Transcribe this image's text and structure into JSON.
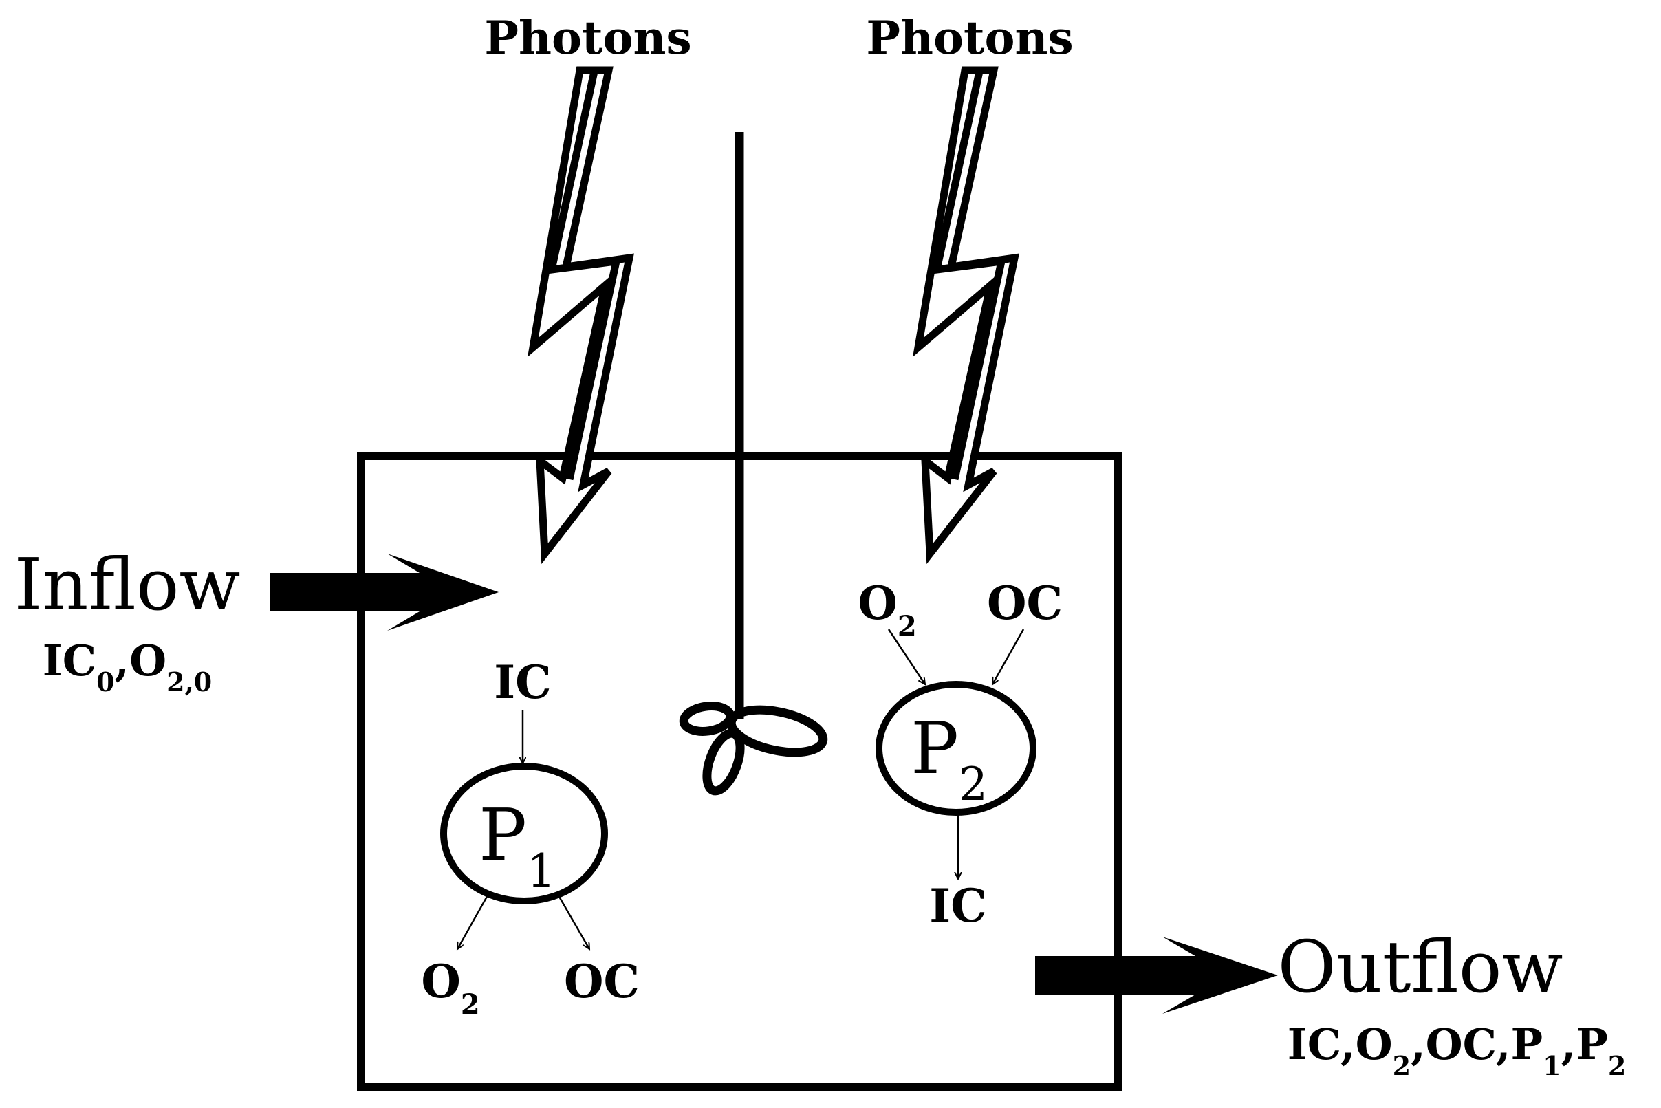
{
  "photons": {
    "left_label": "Photons",
    "right_label": "Photons"
  },
  "inflow": {
    "label": "Inflow",
    "species": {
      "ic": "IC",
      "ic_sub": "0",
      "sep": ",",
      "o": "O",
      "o_sub": "2,0"
    }
  },
  "outflow": {
    "label": "Outflow",
    "species": {
      "ic": "IC",
      "sep1": ",",
      "o": "O",
      "o_sub": "2",
      "sep2": ",",
      "oc": "OC",
      "sep3": ",",
      "p1": "P",
      "p1_sub": "1",
      "sep4": ",",
      "p2": "P",
      "p2_sub": "2"
    }
  },
  "p1": {
    "name": "P",
    "sub": "1",
    "input": "IC",
    "out_o": "O",
    "out_o_sub": "2",
    "out_oc": "OC"
  },
  "p2": {
    "name": "P",
    "sub": "2",
    "in_o": "O",
    "in_o_sub": "2",
    "in_oc": "OC",
    "output": "IC"
  },
  "colors": {
    "ink": "#000000",
    "background": "#ffffff"
  }
}
